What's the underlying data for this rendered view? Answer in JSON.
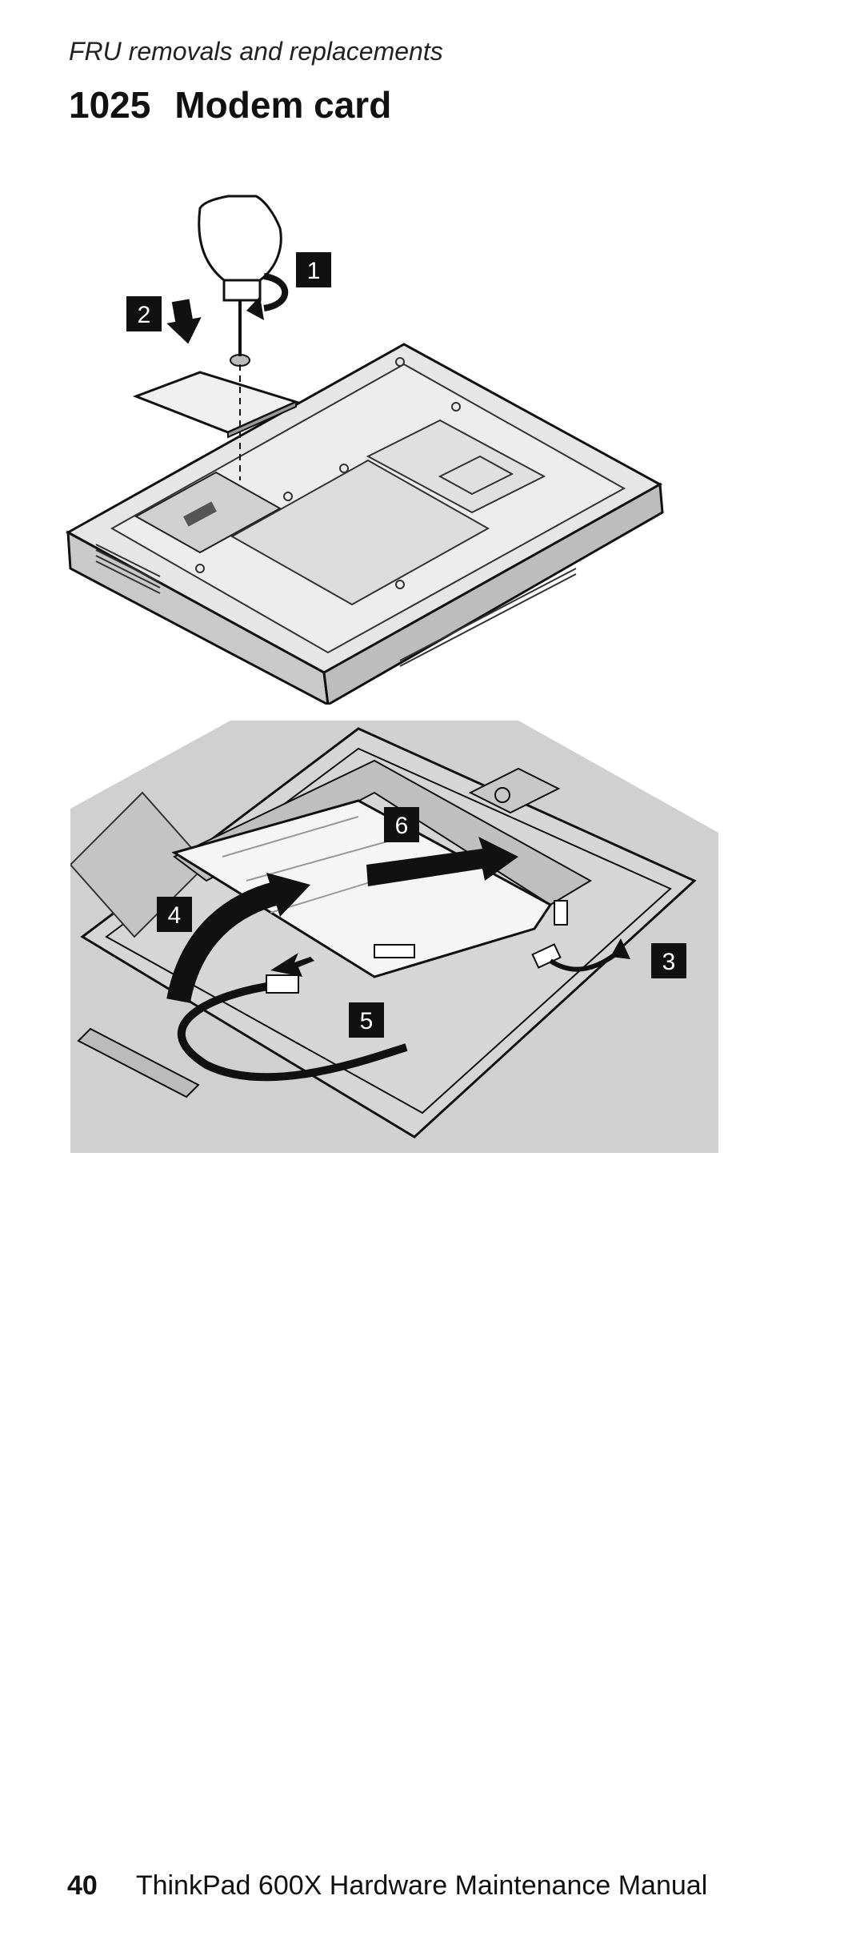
{
  "header": {
    "running_head": "FRU removals and replacements",
    "section_number": "1025",
    "section_title": "Modem card"
  },
  "figure_top": {
    "callouts": [
      "1",
      "2"
    ]
  },
  "figure_bottom": {
    "callouts": [
      "6",
      "4",
      "5",
      "3"
    ]
  },
  "footer": {
    "page_number": "40",
    "manual_title": "ThinkPad 600X Hardware Maintenance Manual"
  }
}
